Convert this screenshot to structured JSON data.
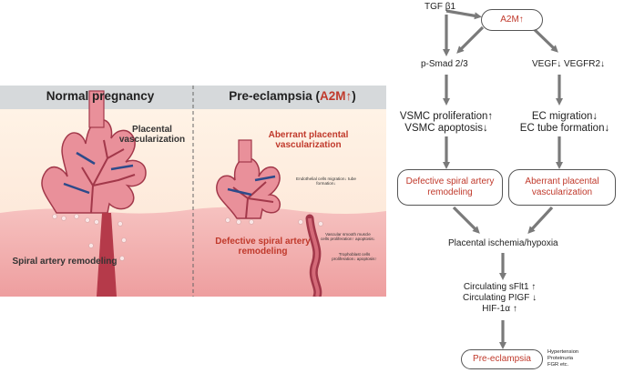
{
  "illustration": {
    "panel_left_title": "Normal pregnancy",
    "panel_right_title_prefix": "Pre-eclampsia (",
    "panel_right_title_highlight": "A2M↑",
    "panel_right_title_suffix": ")",
    "placental_vascularization": "Placental vascularization",
    "spiral_artery_remodeling": "Spiral artery remodeling",
    "aberrant_placental_vascularization": "Aberrant placental vascularization",
    "defective_spiral_artery_remodeling": "Defective spiral artery remodeling",
    "endothelial_note": "Endothelial cells migration↓ tube formation↓",
    "vsmc_note": "Vascular smooth muscle cells proliferation↑ apoptosis↓",
    "trophoblast_note": "Trophoblast cells proliferation↓ apoptosis↑"
  },
  "flow": {
    "tgf": "TGF β1",
    "a2m": "A2M↑",
    "psmad": "p-Smad 2/3",
    "vegf": "VEGF↓ VEGFR2↓",
    "vsmc_line1": "VSMC proliferation↑",
    "vsmc_line2": "VSMC apoptosis↓",
    "ec_line1": "EC migration↓",
    "ec_line2": "EC tube formation↓",
    "defective_box": "Defective spiral artery remodeling",
    "aberrant_box": "Aberrant placental vascularization",
    "ischemia": "Placental ischemia/hypoxia",
    "circ1": "Circulating sFlt1 ↑",
    "circ2": "Circulating PIGF ↓",
    "circ3": "HIF-1α ↑",
    "preeclampsia": "Pre-eclampsia",
    "outcome1": "Hypertension",
    "outcome2": "Proteinuria",
    "outcome3": "FGR etc."
  },
  "colors": {
    "highlight_red": "#c0392b",
    "arrow_gray": "#7a7a7a",
    "tissue_pink": "#f3b8b8",
    "vessel_red": "#b53a4a"
  }
}
